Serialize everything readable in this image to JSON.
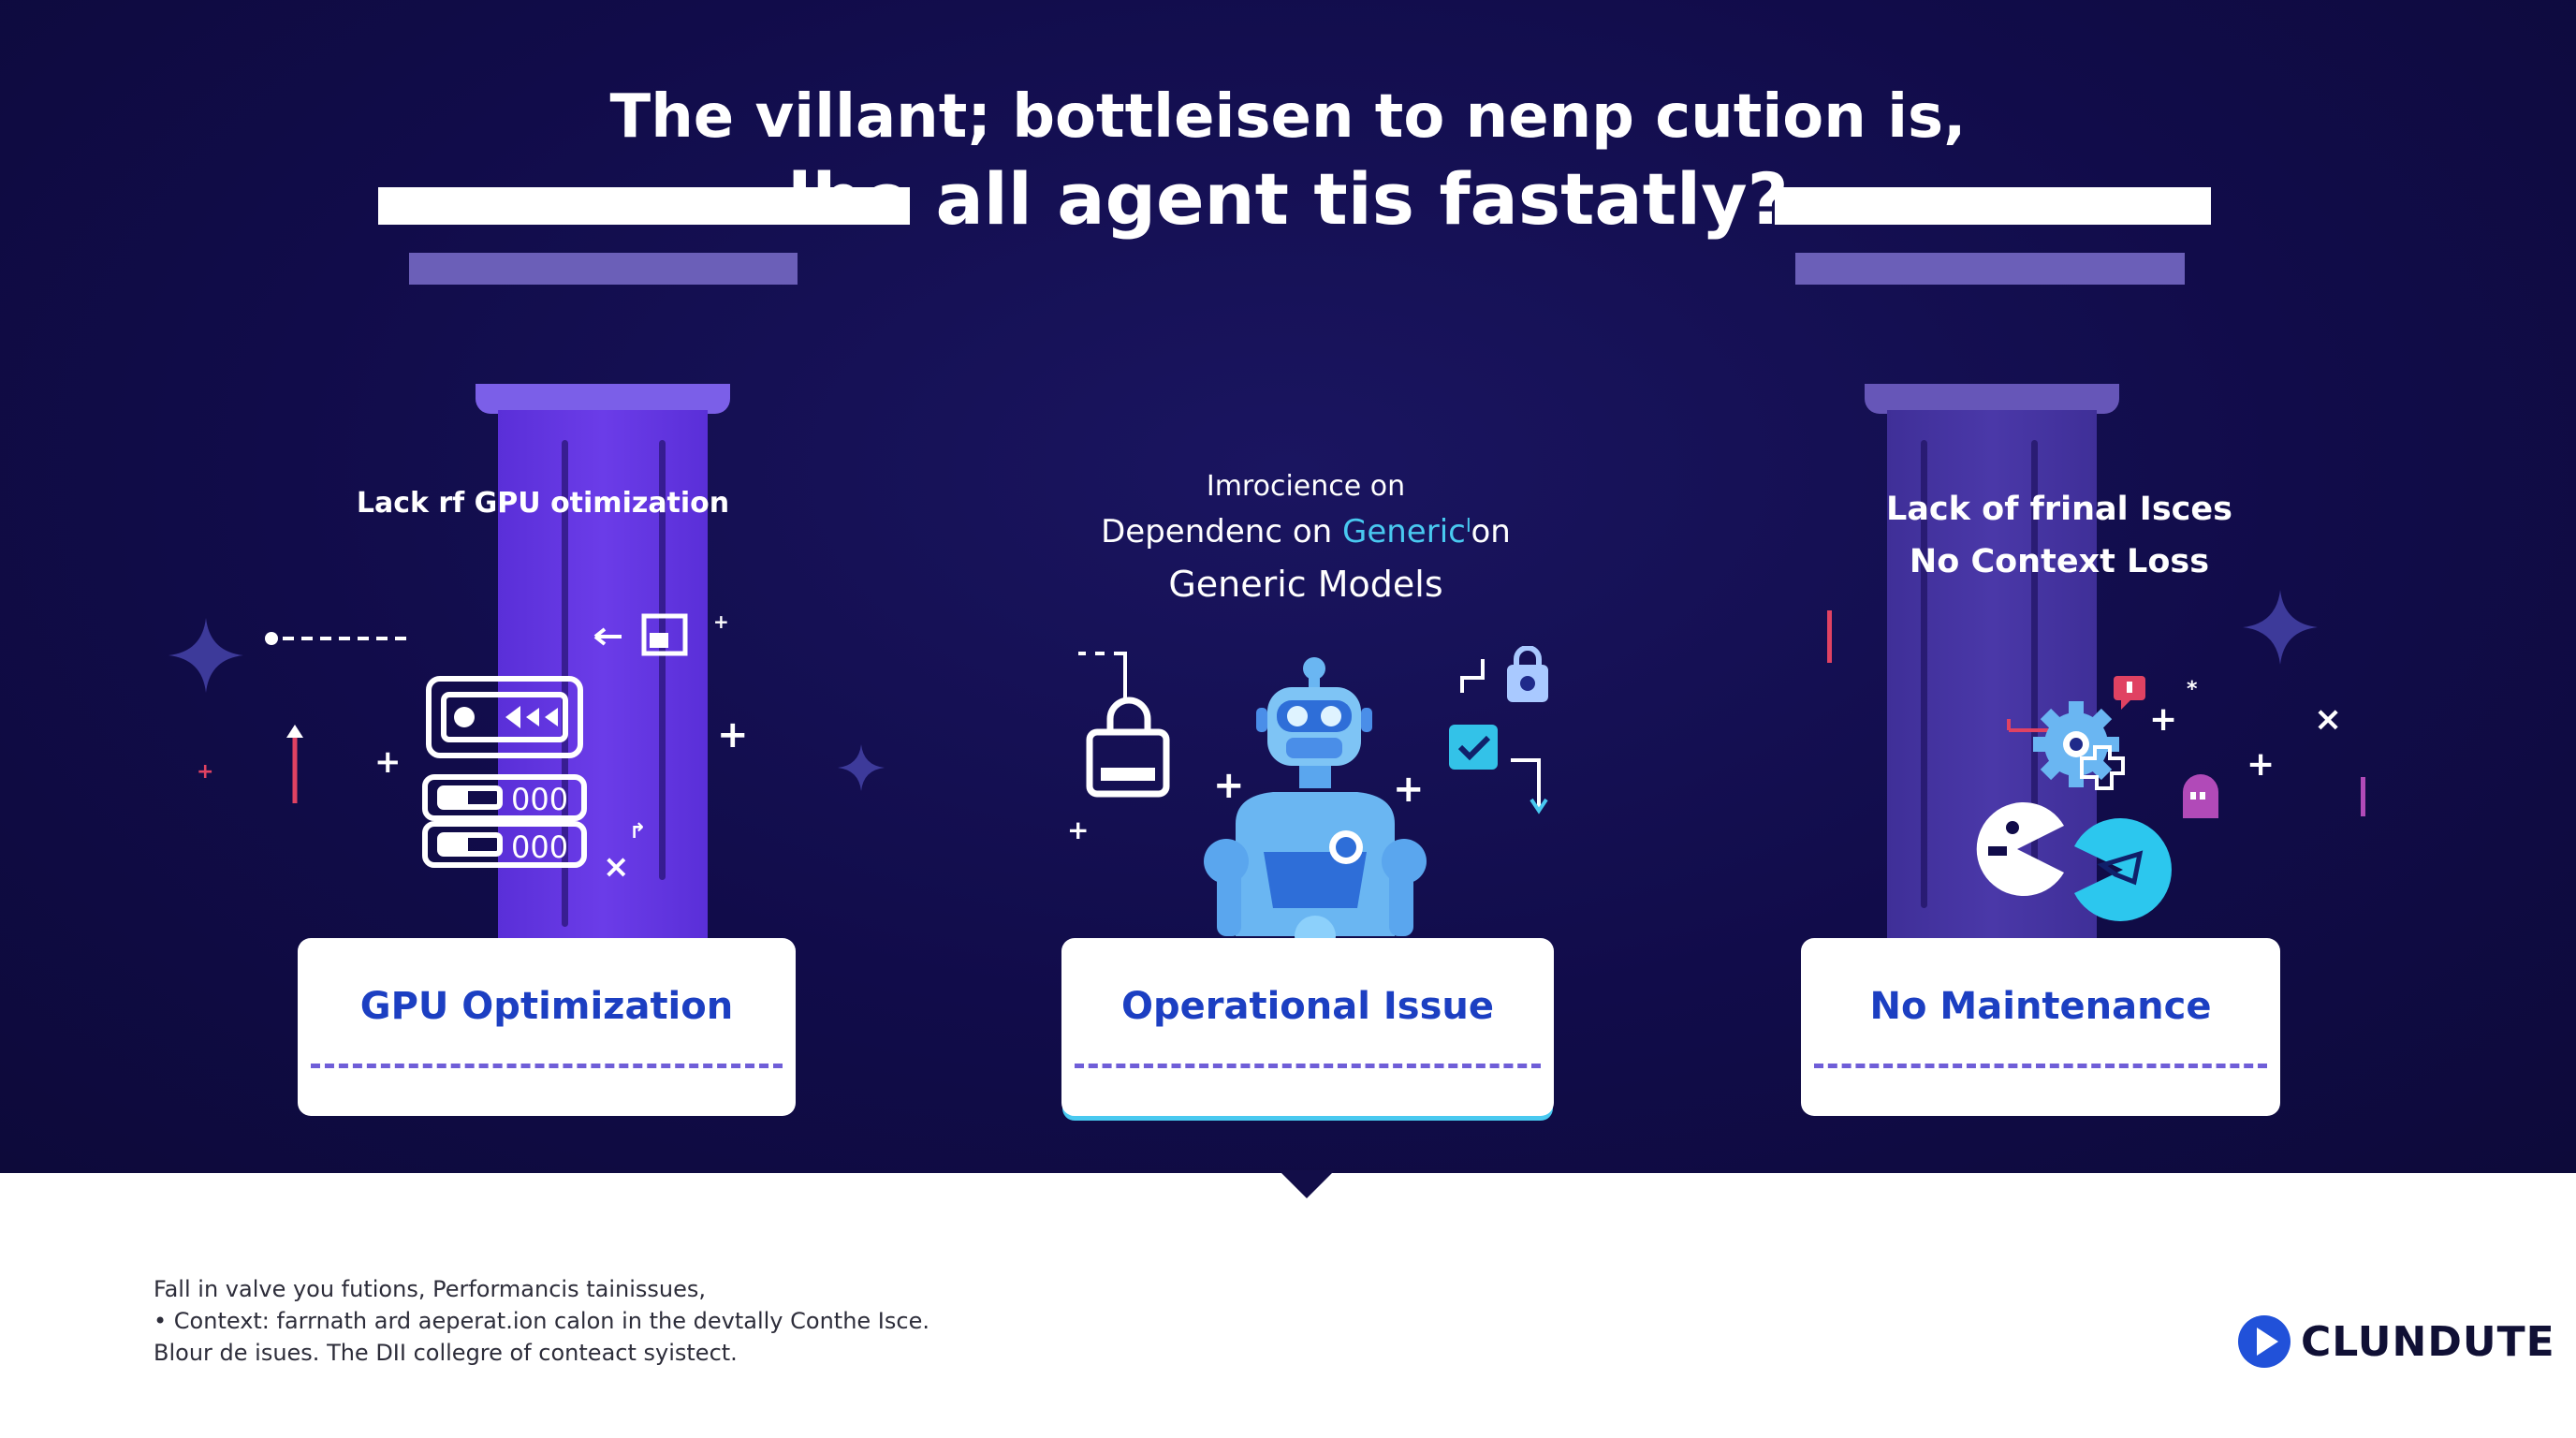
{
  "header": {
    "line1": "The villant; bottleisen to nenp cution is,",
    "line2": "lhe all agent tis fastatly?"
  },
  "columns": [
    {
      "label_lines": [
        "Lack rf GPU otimization"
      ],
      "card_title": "GPU Optimization"
    },
    {
      "label_lines": [
        "Imrocience on",
        "Dependenc on ",
        "Generic Models"
      ],
      "label_highlight": "Generic",
      "label_line2_tail": "on",
      "card_title": "Operational Issue"
    },
    {
      "label_lines": [
        "Lack of frinal Isces",
        "No Context Loss"
      ],
      "card_title": "No Maintenance"
    }
  ],
  "server_icon": {
    "row1": "000",
    "row2": "000"
  },
  "footer": {
    "lines": [
      "Fall in valve you futions,  Performancis tainissues,",
      "• Context: farrnath ard aeperat.ion calon in the devtally Conthe Isce.",
      "Blour de  isues. The DII collegre of conteact syistect."
    ]
  },
  "brand": {
    "name": "CLUNDUTE"
  },
  "colors": {
    "background": "#110c4a",
    "pillar": "#6b3ce8",
    "card_title": "#1c3fc2",
    "accent": "#49c9f0"
  },
  "icons": [
    "server-icon",
    "robot-icon",
    "lock-icon",
    "padlock-icon",
    "checkbox-icon",
    "gear-icon",
    "chat-icon",
    "pacman-icon",
    "brand-logo-icon",
    "sparkle-icon"
  ]
}
